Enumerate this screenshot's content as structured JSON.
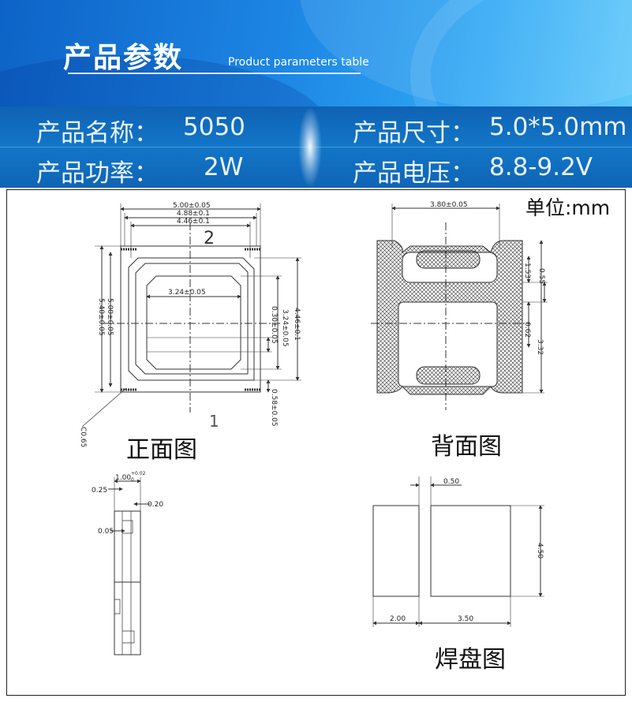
{
  "header": {
    "title": "产品参数",
    "subtitle": "Product parameters table"
  },
  "specs": {
    "name_label": "产品名称：",
    "name_value": "5050",
    "power_label": "产品功率：",
    "power_value": "2W",
    "size_label": "产品尺寸：",
    "size_value": "5.0*5.0mm",
    "voltage_label": "产品电压：",
    "voltage_value": "8.8-9.2V"
  },
  "unit_label": "单位:mm",
  "front_view": {
    "caption": "正面图",
    "dims": {
      "w500": "5.00±0.05",
      "w488": "4.88±0.1",
      "w446": "4.46±0.1",
      "w324": "3.24±0.05",
      "h500": "5.00±0.05",
      "h540": "5.40±0.05",
      "h446": "4.46±0.1",
      "h324": "3.24±0.05",
      "h030": "0.30±0.05",
      "h058": "0.58±0.05",
      "c065": "C0.65"
    },
    "pin_top": "2",
    "pin_bottom": "1"
  },
  "back_view": {
    "caption": "背面图",
    "dims": {
      "w380": "3.80±0.05",
      "d055": "0.55",
      "d153": "1.53",
      "d062": "0.62",
      "d332": "3.32"
    }
  },
  "side_view": {
    "dims": {
      "t100": "1.00",
      "t100_sup": "+0.02",
      "t100_sub": "0",
      "t025": "0.25",
      "t020": "0.20",
      "t005": "0.05"
    }
  },
  "pad_view": {
    "caption": "焊盘图",
    "dims": {
      "gap": "0.50",
      "height": "4.50",
      "pad_w": "2.00",
      "span": "3.50"
    }
  }
}
